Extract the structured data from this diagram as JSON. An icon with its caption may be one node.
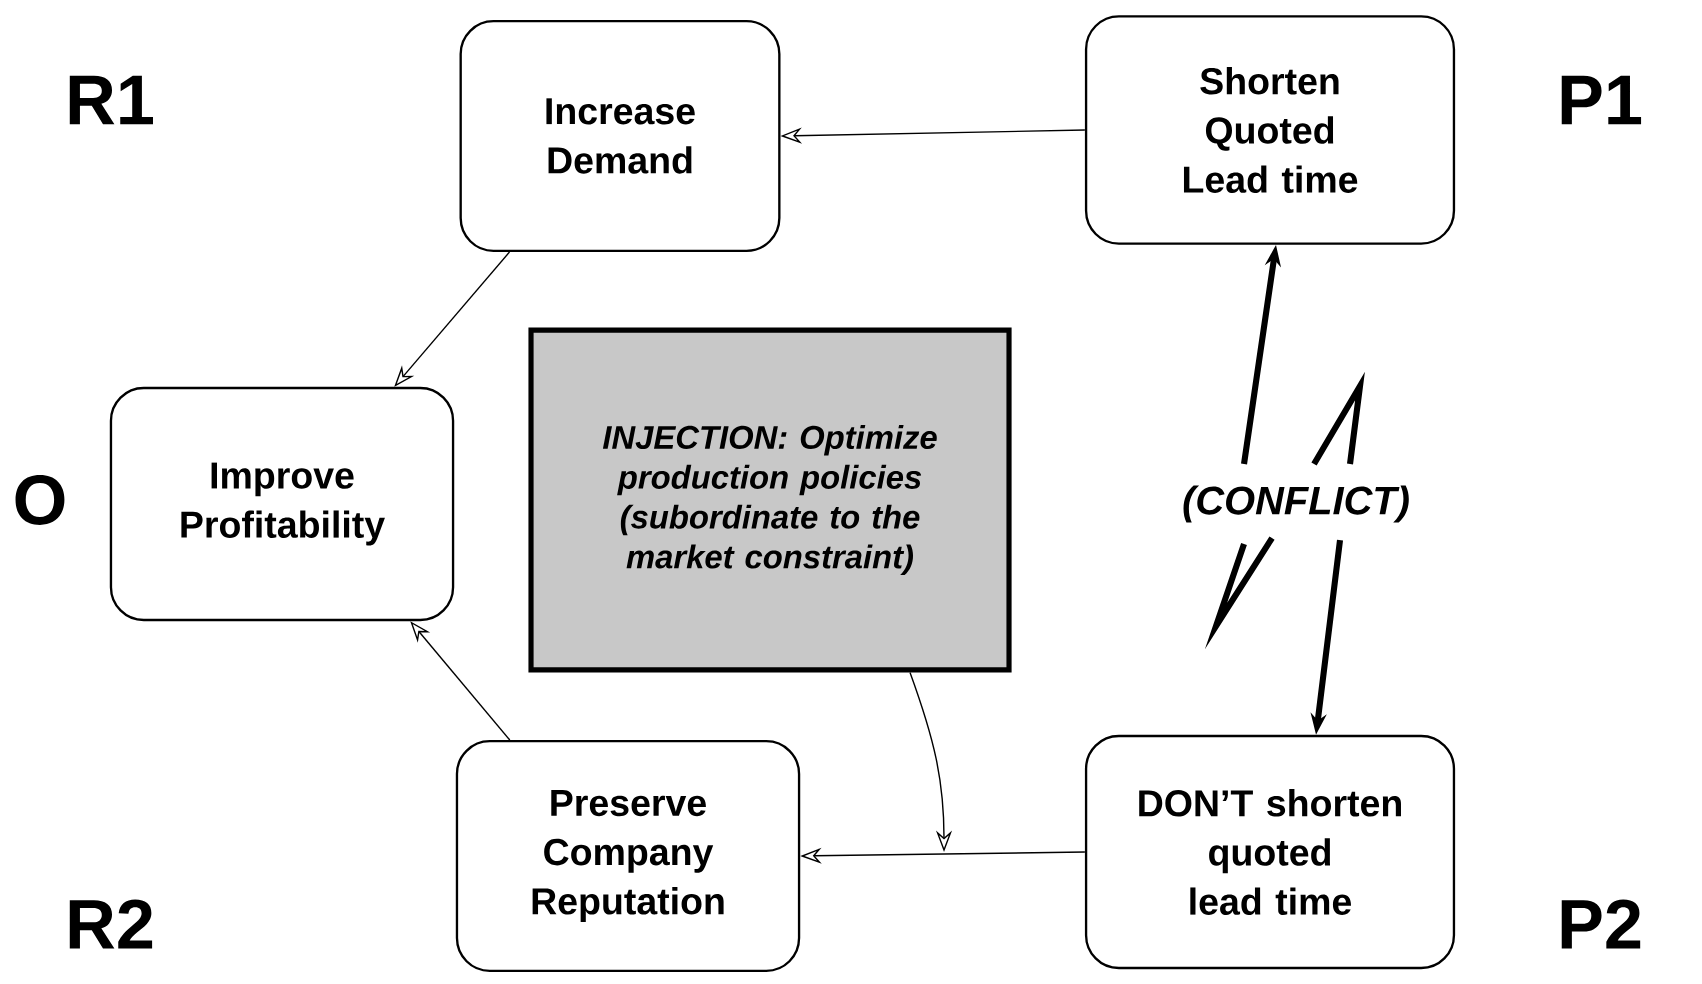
{
  "diagram": {
    "nodes": [
      {
        "text": [
          "Increase Demand"
        ]
      },
      {
        "text": [
          "Shorten Quoted Lead time"
        ]
      },
      {
        "text": [
          "Improve Profitability"
        ]
      },
      {
        "text": [
          "INJECTION: Optimize production policies (subordinate to the market constraint)"
        ]
      },
      {
        "text": [
          "Preserve Company Reputation"
        ]
      },
      {
        "text": [
          "DON’T shorten quoted lead time"
        ]
      }
    ],
    "labels": [
      "R1",
      "P1",
      "O",
      "R2",
      "P2"
    ],
    "edges": [
      {
        "from": 1,
        "to": 0,
        "arrow": "to"
      },
      {
        "from": 0,
        "to": 2,
        "arrow": "to"
      },
      {
        "from": 5,
        "to": 4,
        "arrow": "to"
      },
      {
        "from": 4,
        "to": 2,
        "arrow": "to"
      },
      {
        "from": 3,
        "to": null,
        "arrow": "to"
      },
      {
        "from": null,
        "to": 1,
        "arrow": "to",
        "style": "thick",
        "label": "(CONFLICT)"
      },
      {
        "from": null,
        "to": 5,
        "arrow": "to",
        "style": "thick"
      }
    ]
  }
}
